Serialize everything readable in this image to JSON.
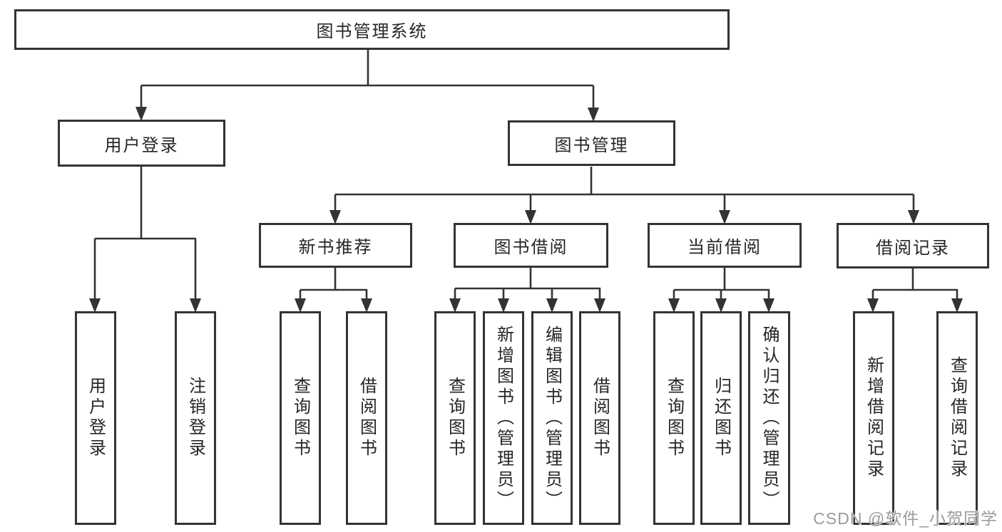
{
  "diagram": {
    "root": {
      "label": "图书管理系统"
    },
    "branches": [
      {
        "label": "用户登录"
      },
      {
        "label": "图书管理"
      }
    ],
    "modules": [
      {
        "label": "新书推荐"
      },
      {
        "label": "图书借阅"
      },
      {
        "label": "当前借阅"
      },
      {
        "label": "借阅记录"
      }
    ],
    "leaves": [
      {
        "label": "用户登录"
      },
      {
        "label": "注销登录"
      },
      {
        "label": "查询图书"
      },
      {
        "label": "借阅图书"
      },
      {
        "label": "查询图书"
      },
      {
        "label": "新增图书（管理员）"
      },
      {
        "label": "编辑图书（管理员）"
      },
      {
        "label": "借阅图书"
      },
      {
        "label": "查询图书"
      },
      {
        "label": "归还图书"
      },
      {
        "label": "确认归还（管理员）"
      },
      {
        "label": "新增借阅记录"
      },
      {
        "label": "查询借阅记录"
      }
    ]
  },
  "watermark": {
    "text": "CSDN @软件_小贺同学",
    "color": "#9b9b9b"
  },
  "colors": {
    "line": "#333333",
    "text": "#262626",
    "background": "#ffffff"
  }
}
